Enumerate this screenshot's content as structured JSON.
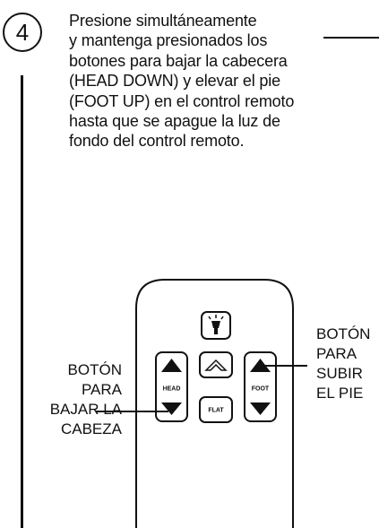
{
  "step": {
    "number": "4"
  },
  "instruction": {
    "text": "Presione simultáneamente\ny mantenga presionados los\nbotones para bajar la cabecera\n(HEAD DOWN) y elevar el pie\n(FOOT UP) en el control remoto\nhasta que se apague la luz de\nfondo del control remoto."
  },
  "callouts": {
    "left": "BOTÓN\nPARA\nBAJAR LA\nCABEZA",
    "right": "BOTÓN\nPARA\nSUBIR\nEL PIE"
  },
  "remote": {
    "head_label": "HEAD",
    "foot_label": "FOOT",
    "flat_label": "FLAT",
    "light_icon": "flashlight-icon",
    "up_icon": "chevron-up-icon"
  }
}
